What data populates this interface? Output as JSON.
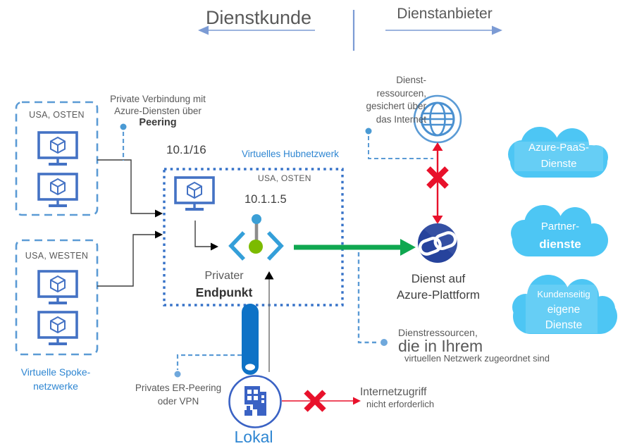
{
  "header": {
    "customer_label": "Dienstkunde",
    "provider_label": "Dienstanbieter"
  },
  "peering_note": {
    "line1": "Private Verbindung mit",
    "line2": "Azure-Diensten über",
    "line3": "Peering"
  },
  "spokes": {
    "box_east_region": "USA, OSTEN",
    "box_west_region": "USA, WESTEN",
    "caption_line1": "Virtuelle Spoke-",
    "caption_line2": "netzwerke"
  },
  "hub": {
    "cidr": "10.1/16",
    "title": "Virtuelles Hubnetzwerk",
    "region": "USA, OSTEN",
    "endpoint_ip": "10.1.1.5",
    "endpoint_label_line1": "Privater",
    "endpoint_label_line2": "Endpunkt"
  },
  "internet_note": {
    "line1": "Dienst-",
    "line2": "ressourcen,",
    "line3": "gesichert über",
    "line4": "das Internet"
  },
  "service": {
    "label_line1": "Dienst auf",
    "label_line2": "Azure-Plattform"
  },
  "clouds": [
    {
      "line1": "Azure-PaaS-",
      "line2": "Dienste"
    },
    {
      "line1": "Partner-",
      "line2": "dienste"
    },
    {
      "line1": "Kundenseitig",
      "line2": "eigene",
      "line3": "Dienste"
    }
  ],
  "resources_note": {
    "line1": "Dienstressourcen,",
    "line2": "die in Ihrem",
    "line3": "virtuellen Netzwerk zugeordnet sind"
  },
  "onprem": {
    "label": "Lokal",
    "connection_line1": "Privates ER-Peering",
    "connection_line2": "oder VPN"
  },
  "no_internet_note": {
    "line1": "Internetzugriff",
    "line2": "nicht erforderlich"
  },
  "icons": {
    "vm": "vm-monitor-icon",
    "private_endpoint": "private-endpoint-icon",
    "globe": "globe-icon",
    "private_link": "private-link-icon",
    "building": "building-icon",
    "vpn_tunnel": "vpn-tunnel-pill",
    "blocked": "x-mark-icon",
    "cloud": "cloud-shape"
  },
  "colors": {
    "blue_label": "#2E86D2",
    "spoke_dash": "#5B9BD5",
    "hub_dash": "#3672C8",
    "vm_blue": "#4472C4",
    "green_arrow": "#0FA750",
    "red": "#E8112B",
    "cloud_fill": "#4DC6F4",
    "link_navy": "#26439C",
    "text_gray": "#595959",
    "text_dark": "#3F3F3F",
    "header_arrow": "#7C9BD4",
    "endpoint_cyan": "#349FD9",
    "endpoint_green": "#7CBB00",
    "pill_blue": "#0E72C6"
  }
}
